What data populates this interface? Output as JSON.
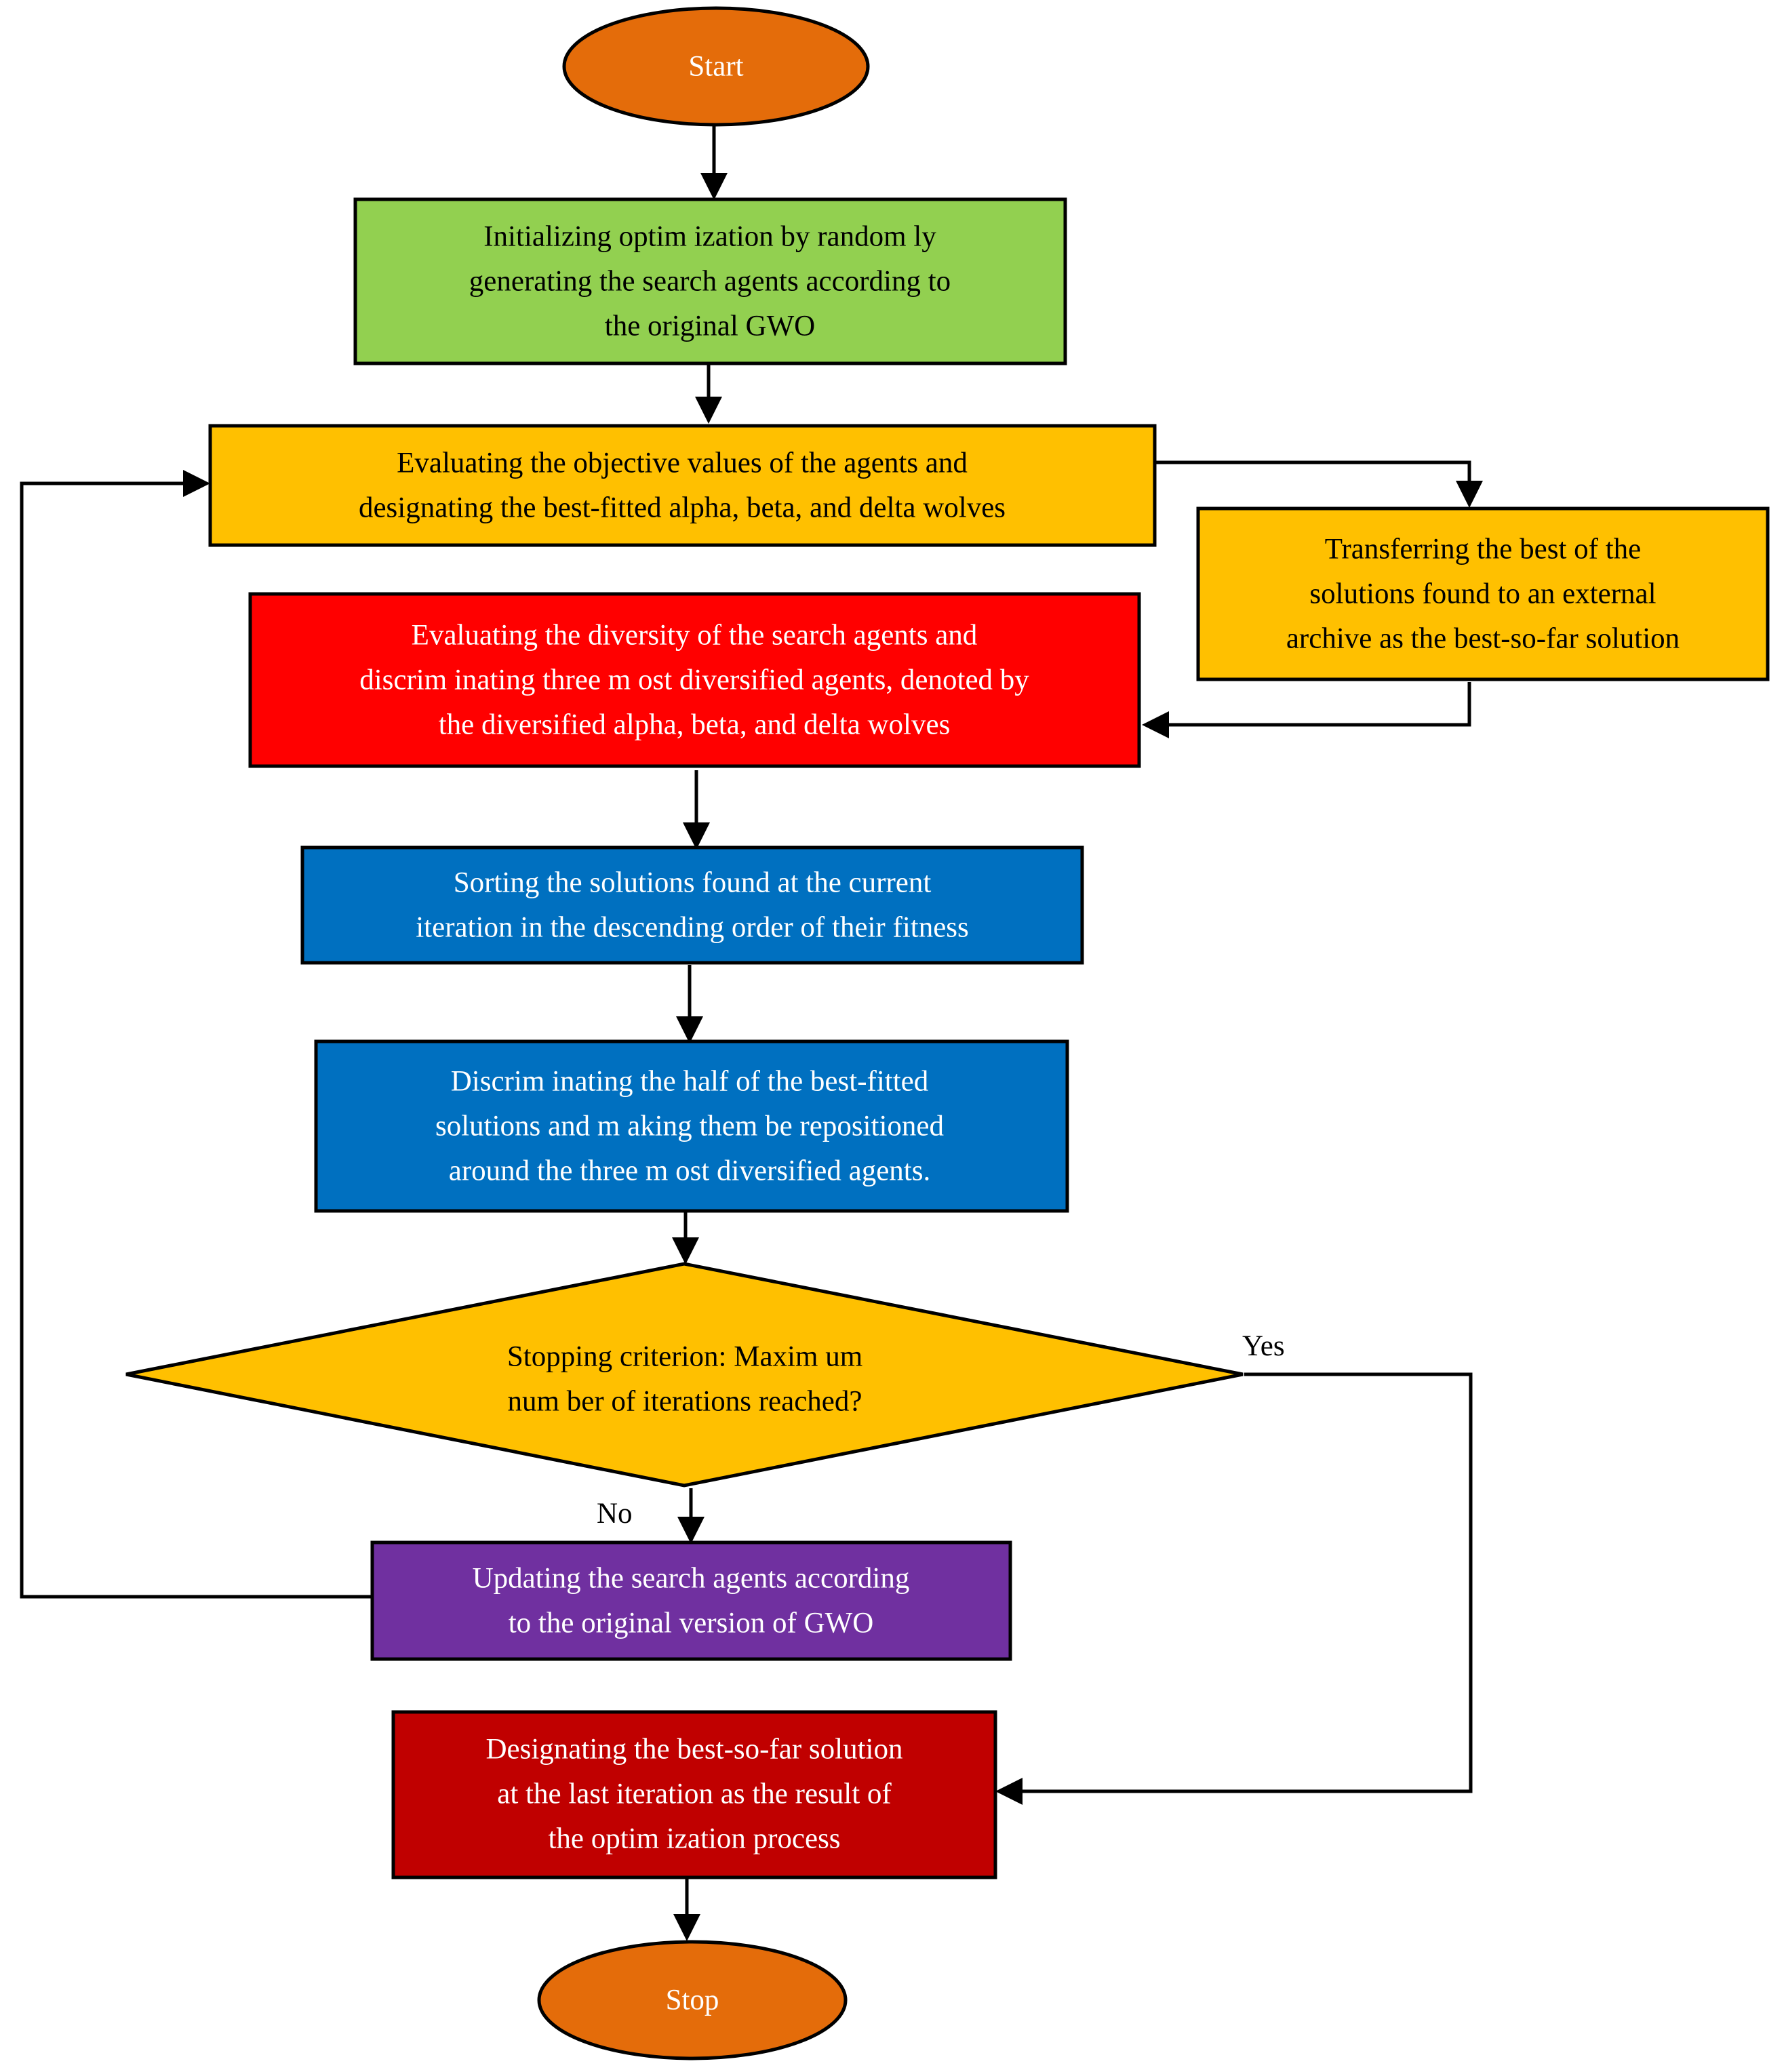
{
  "diagram": {
    "colors": {
      "orange_oval": "#E46C0A",
      "green": "#92D050",
      "yellow": "#FFC000",
      "red": "#FF0000",
      "blue": "#0070C0",
      "purple": "#7030A0",
      "dark_red": "#C00000",
      "line": "#000000"
    },
    "nodes": {
      "start": {
        "label": "Start"
      },
      "init": {
        "lines": [
          "Initializing  optim ization by random ly",
          "generating the search agents according to",
          "the original  GWO"
        ]
      },
      "evaluate": {
        "lines": [
          "Evaluating the objective values of the agents and",
          "designating  the best-fitted  alpha, beta, and delta  wolves"
        ]
      },
      "transfer": {
        "lines": [
          "Transferring  the best of the",
          "solutions found to  an external",
          "archive as the best-so-far solution"
        ]
      },
      "diversity": {
        "lines": [
          "Evaluating the diversity  of the search agents and",
          "discrim inating  three m ost diversified  agents, denoted by",
          "the diversified  alpha, beta, and delta  wolves"
        ]
      },
      "sort": {
        "lines": [
          "Sorting  the solutions found at the current",
          "iteration  in  the descending  order of  their fitness"
        ]
      },
      "discriminate": {
        "lines": [
          "Discrim inating  the half  of the best-fitted",
          "solutions and m aking them  be repositioned",
          "around the three m ost diversified  agents."
        ]
      },
      "stopping": {
        "lines": [
          "Stopping criterion:  Maxim um",
          "num ber of iterations reached?"
        ]
      },
      "update": {
        "lines": [
          "Updating the search agents according",
          "to the original  version  of GWO"
        ]
      },
      "designate": {
        "lines": [
          "Designating  the best-so-far solution",
          "at the last iteration as the result of",
          "the optim ization process"
        ]
      },
      "stop": {
        "label": "Stop"
      }
    },
    "edge_labels": {
      "yes": "Yes",
      "no": "No"
    }
  }
}
